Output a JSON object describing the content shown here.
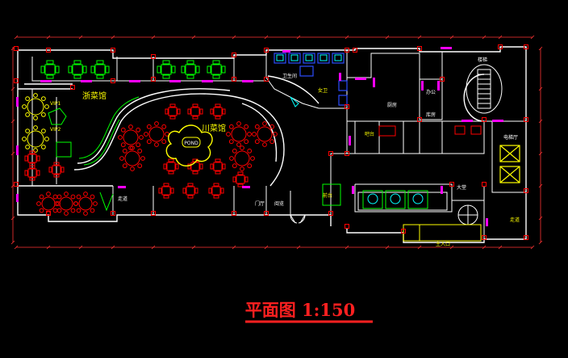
{
  "drawing": {
    "title": "平面图 1:150",
    "colors": {
      "background": "#000000",
      "wall": "#ffffff",
      "door": "#ff00ff",
      "furniture_red": "#ff0000",
      "furniture_green": "#00ff00",
      "fixture_cyan": "#00ffff",
      "label_yellow": "#ffff00",
      "dimension": "#ff3333",
      "accent_blue": "#2b4cff"
    },
    "labels": {
      "zhe_restaurant": "浙菜馆",
      "chuan_restaurant": "川菜馆",
      "pond": "POND",
      "vip1": "VIP1",
      "vip2": "VIP2",
      "toilet": "卫生间",
      "female_wc": "女卫",
      "kitchen": "厨房",
      "office": "办公",
      "store": "库房",
      "lobby": "大堂",
      "elevator_hall": "电梯厅",
      "entrance": "主入口",
      "reception": "前台",
      "stair": "楼梯",
      "bar": "吧台",
      "corridor": "走道",
      "vestibule": "门厅",
      "reading": "阅览",
      "corridor2": "走道"
    }
  }
}
